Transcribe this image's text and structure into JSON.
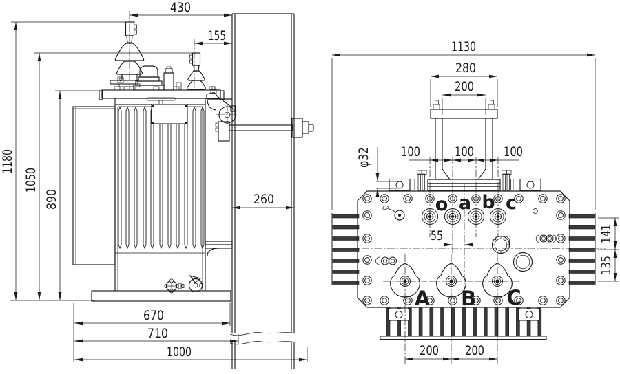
{
  "colors": {
    "line": "#1c1c1c",
    "background": "#ffffff",
    "fill_dark": "#3a3a3a"
  },
  "side_view": {
    "dims": {
      "d430": "430",
      "d155": "155",
      "d1180": "1180",
      "d1050": "1050",
      "d890": "890",
      "d260": "260",
      "d670": "670",
      "d710": "710",
      "d1000": "1000"
    }
  },
  "top_view": {
    "dims": {
      "d1130": "1130",
      "d280": "280",
      "d200_clamp": "200",
      "d100_1": "100",
      "d100_2": "100",
      "d100_3": "100",
      "dia32": "φ32",
      "d55": "55",
      "d141": "141",
      "d135": "135",
      "d200_ab": "200",
      "d200_bc": "200"
    },
    "lv_terminals": [
      "o",
      "a",
      "b",
      "c"
    ],
    "hv_terminals": [
      "A",
      "B",
      "C"
    ]
  }
}
